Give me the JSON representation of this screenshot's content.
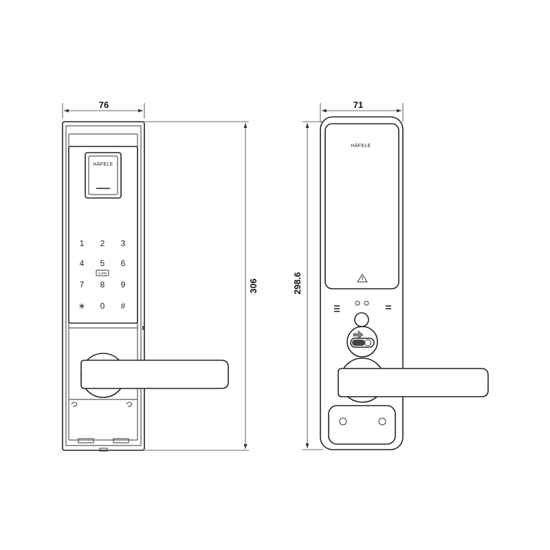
{
  "dimensions": {
    "front_width": "76",
    "side_width": "71",
    "front_height": "306",
    "side_height": "298.6"
  },
  "front_view": {
    "brand": "HÄFELE",
    "card_label": "CARD",
    "keypad": [
      [
        "1",
        "2",
        "3"
      ],
      [
        "4",
        "5",
        "6"
      ],
      [
        "7",
        "8",
        "9"
      ],
      [
        "∗",
        "0",
        "#"
      ]
    ]
  },
  "back_view": {
    "brand": "HÄFELE"
  }
}
